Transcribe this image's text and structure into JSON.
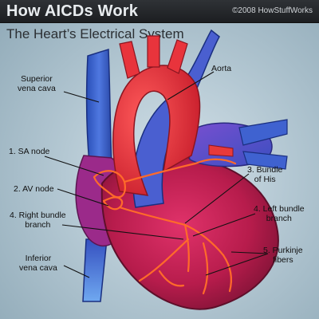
{
  "header": {
    "brand": "How AICDs Work",
    "copyright": "©2008 HowStuffWorks"
  },
  "title": "The Heart’s Electrical System",
  "labels": {
    "superior_vena_cava": [
      "Superior",
      "vena cava"
    ],
    "aorta": "Aorta",
    "sa_node": "1. SA node",
    "av_node": "2. AV node",
    "bundle_of_his": [
      "3. Bundle",
      "of His"
    ],
    "right_bundle_branch": [
      "4. Right bundle",
      "branch"
    ],
    "left_bundle_branch": [
      "4. Left bundle",
      "branch"
    ],
    "purkinje_fibers": [
      "5. Purkinje",
      "fibers"
    ],
    "inferior_vena_cava": [
      "Inferior",
      "vena cava"
    ]
  },
  "colors": {
    "header_bg": "#232528",
    "vein_blue": "#3e5fcf",
    "aorta_red": "#e8303a",
    "heart_magenta": "#c01e4e",
    "conduction_path": "#e85a2a"
  }
}
